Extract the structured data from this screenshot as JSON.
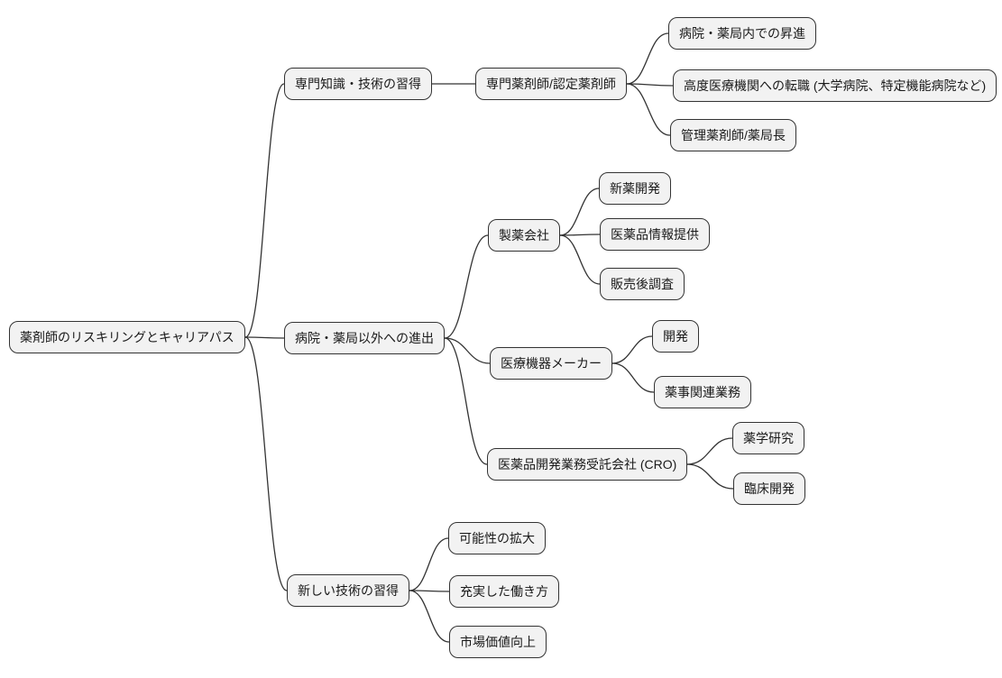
{
  "diagram": {
    "type": "mindmap",
    "title": "薬剤師のリスキリングとキャリアパス",
    "colors": {
      "background": "#ffffff",
      "node_fill": "#f2f2f2",
      "node_border": "#333333",
      "edge": "#333333",
      "text": "#1a1a1a"
    },
    "nodes": [
      {
        "id": "root",
        "parent": null,
        "level": 0,
        "label": "薬剤師のリスキリングとキャリアパス"
      },
      {
        "id": "b1",
        "parent": "root",
        "level": 1,
        "label": "専門知識・技術の習得"
      },
      {
        "id": "b1c1",
        "parent": "b1",
        "level": 2,
        "label": "専門薬剤師/認定薬剤師"
      },
      {
        "id": "b1c1l1",
        "parent": "b1c1",
        "level": 3,
        "label": "病院・薬局内での昇進"
      },
      {
        "id": "b1c1l2",
        "parent": "b1c1",
        "level": 3,
        "label": "高度医療機関への転職 (大学病院、特定機能病院など)"
      },
      {
        "id": "b1c1l3",
        "parent": "b1c1",
        "level": 3,
        "label": "管理薬剤師/薬局長"
      },
      {
        "id": "b2",
        "parent": "root",
        "level": 1,
        "label": "病院・薬局以外への進出"
      },
      {
        "id": "b2c1",
        "parent": "b2",
        "level": 2,
        "label": "製薬会社"
      },
      {
        "id": "b2c1l1",
        "parent": "b2c1",
        "level": 3,
        "label": "新薬開発"
      },
      {
        "id": "b2c1l2",
        "parent": "b2c1",
        "level": 3,
        "label": "医薬品情報提供"
      },
      {
        "id": "b2c1l3",
        "parent": "b2c1",
        "level": 3,
        "label": "販売後調査"
      },
      {
        "id": "b2c2",
        "parent": "b2",
        "level": 2,
        "label": "医療機器メーカー"
      },
      {
        "id": "b2c2l1",
        "parent": "b2c2",
        "level": 3,
        "label": "開発"
      },
      {
        "id": "b2c2l2",
        "parent": "b2c2",
        "level": 3,
        "label": "薬事関連業務"
      },
      {
        "id": "b2c3",
        "parent": "b2",
        "level": 2,
        "label": "医薬品開発業務受託会社 (CRO)"
      },
      {
        "id": "b2c3l1",
        "parent": "b2c3",
        "level": 3,
        "label": "薬学研究"
      },
      {
        "id": "b2c3l2",
        "parent": "b2c3",
        "level": 3,
        "label": "臨床開発"
      },
      {
        "id": "b3",
        "parent": "root",
        "level": 1,
        "label": "新しい技術の習得"
      },
      {
        "id": "b3l1",
        "parent": "b3",
        "level": 2,
        "label": "可能性の拡大"
      },
      {
        "id": "b3l2",
        "parent": "b3",
        "level": 2,
        "label": "充実した働き方"
      },
      {
        "id": "b3l3",
        "parent": "b3",
        "level": 2,
        "label": "市場価値向上"
      }
    ]
  }
}
